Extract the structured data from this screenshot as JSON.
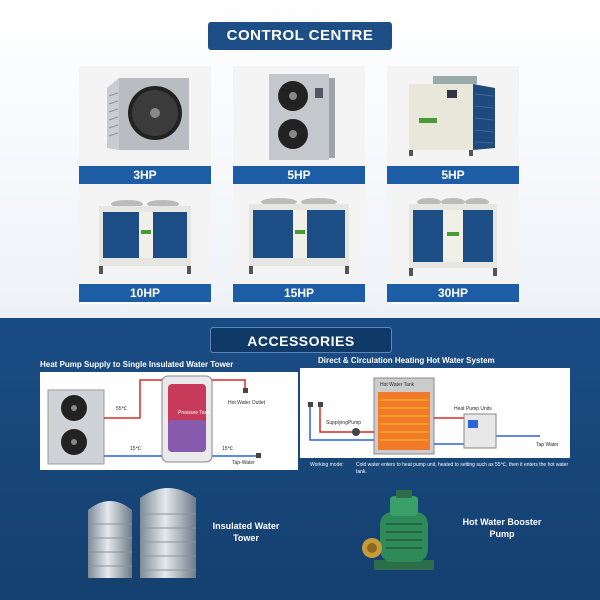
{
  "control_centre": {
    "title": "CONTROL CENTRE",
    "products": [
      {
        "label": "3HP"
      },
      {
        "label": "5HP"
      },
      {
        "label": "5HP"
      },
      {
        "label": "10HP"
      },
      {
        "label": "15HP"
      },
      {
        "label": "30HP"
      }
    ]
  },
  "accessories": {
    "title": "ACCESSORIES",
    "diagram_left": {
      "heading": "Heat Pump Supply to Single Insulated Water Tower",
      "tank_label": "Pressure Tank",
      "temp_hot": "55℃",
      "temp_cold_in": "15℃",
      "temp_cold_out": "15℃",
      "hot_outlet": "Hot Water Outlet",
      "tap_water": "Tap-Water"
    },
    "diagram_right": {
      "heading": "Direct & Circulation Heating Hot Water System",
      "tank_label": "Hot Water Tank",
      "units_label": "Heat  Pump Units",
      "supply_pump": "SupplyingPump",
      "tap_water": "Tap Water",
      "mode_label": "Working mode:",
      "mode_text": "Cold water enters to heat pump unit, heated to setting such as 55℃, then it enters the hot water tank."
    },
    "tower_caption": "Insulated Water Tower",
    "pump_caption": "Hot Water Booster Pump"
  }
}
